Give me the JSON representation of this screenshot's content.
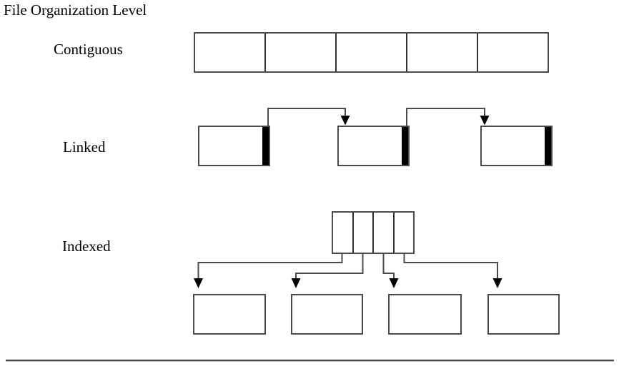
{
  "diagram": {
    "title": "File Organization Level",
    "sections": {
      "contiguous": {
        "label": "Contiguous",
        "block_count": 5
      },
      "linked": {
        "label": "Linked",
        "block_count": 3,
        "pointer_style": "black bar at right edge of each block, arrow to next block"
      },
      "indexed": {
        "label": "Indexed",
        "index_cell_count": 4,
        "data_block_count": 4
      }
    }
  },
  "colors": {
    "background": "#ffffff",
    "box_border": "#4b4b4b",
    "connector_line": "#4b4b4b",
    "pointer_bar": "#000000",
    "arrowhead": "#000000"
  }
}
